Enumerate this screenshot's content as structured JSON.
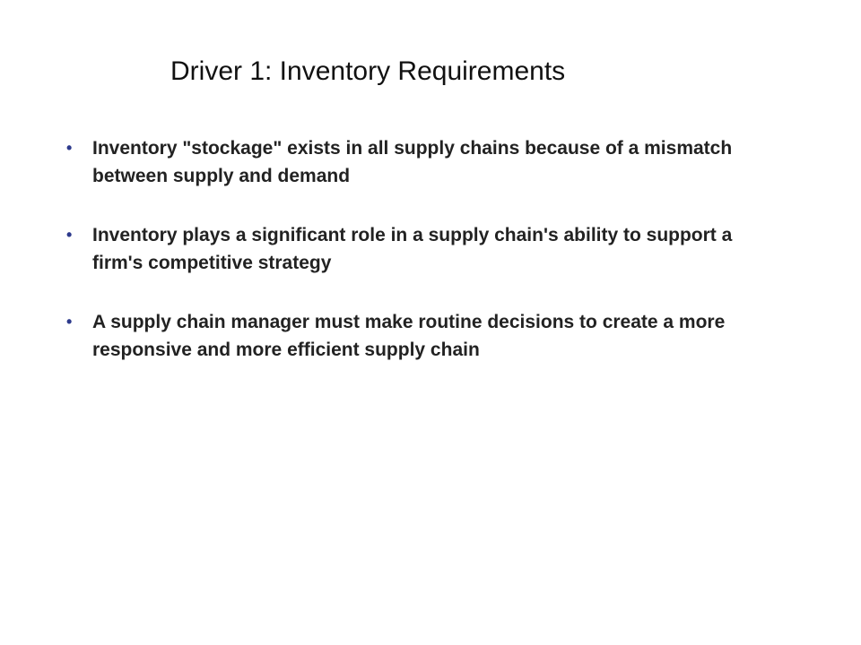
{
  "slide": {
    "title": "Driver 1: Inventory Requirements",
    "bullet_symbol": "•",
    "bullets": [
      "Inventory \"stockage\" exists in all supply chains because of a mismatch between supply and demand",
      "Inventory plays a significant role in a supply chain's ability to support a firm's competitive strategy",
      "A supply chain manager must make routine decisions to create a more responsive and more efficient supply chain"
    ]
  }
}
